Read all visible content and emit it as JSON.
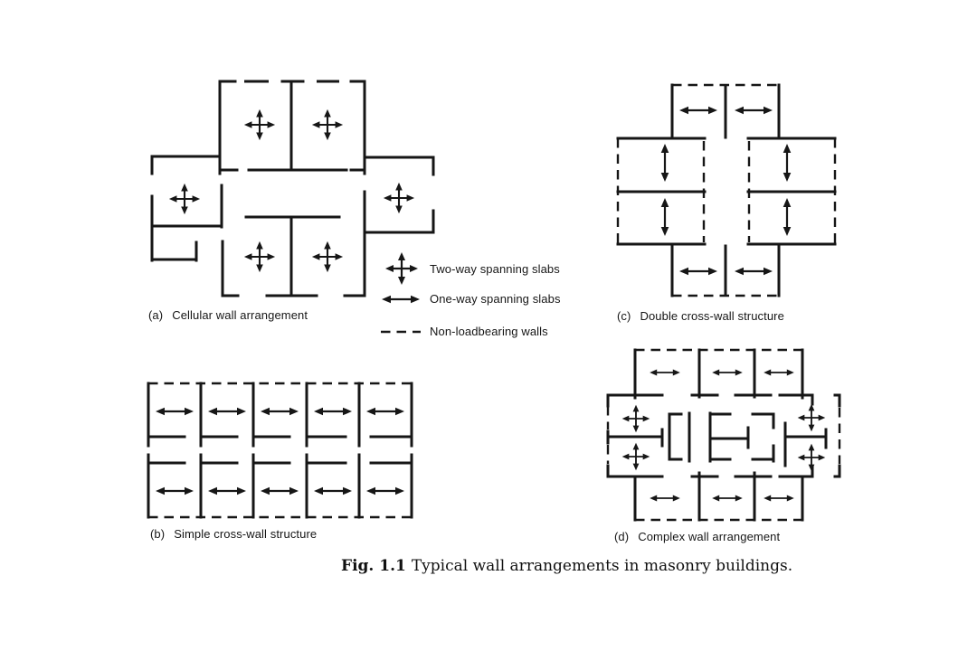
{
  "colors": {
    "ink": "#161616",
    "background": "#ffffff"
  },
  "figure_caption": {
    "prefix": "Fig. 1.1",
    "text": "Typical wall arrangements in masonry buildings."
  },
  "panels": {
    "a": {
      "label": "(a)",
      "title": "Cellular wall arrangement"
    },
    "b": {
      "label": "(b)",
      "title": "Simple cross-wall structure"
    },
    "c": {
      "label": "(c)",
      "title": "Double cross-wall structure"
    },
    "d": {
      "label": "(d)",
      "title": "Complex wall arrangement"
    }
  },
  "legend": {
    "items": [
      {
        "id": "two-way-spanning-slabs",
        "symbol": "two-way-arrow",
        "label": "Two-way spanning slabs"
      },
      {
        "id": "one-way-spanning-slabs",
        "symbol": "one-way-arrow",
        "label": "One-way spanning slabs"
      },
      {
        "id": "non-loadbearing-walls",
        "symbol": "dashed-line",
        "label": "Non-loadbearing walls"
      }
    ]
  }
}
